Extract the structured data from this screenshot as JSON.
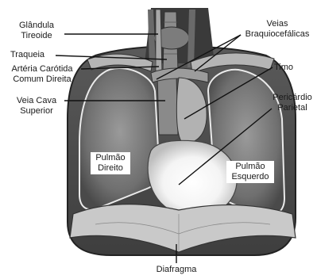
{
  "labels": {
    "glandula_tireoide": [
      "Glândula",
      "Tireoide"
    ],
    "traqueia": "Traqueia",
    "arteria_carotida": [
      "Artéria Carótida",
      "Comum Direita"
    ],
    "veia_cava": [
      "Veia Cava",
      "Superior"
    ],
    "veias_braquiocefalicas": [
      "Veias",
      "Braquiocefálicas"
    ],
    "timo": "Timo",
    "pericardio": [
      "Pericárdio",
      "Parietal"
    ],
    "pulmao_direito": [
      "Pulmão",
      "Direito"
    ],
    "pulmao_esquerdo": [
      "Pulmão",
      "Esquerdo"
    ],
    "diafragma": "Diafragma"
  }
}
